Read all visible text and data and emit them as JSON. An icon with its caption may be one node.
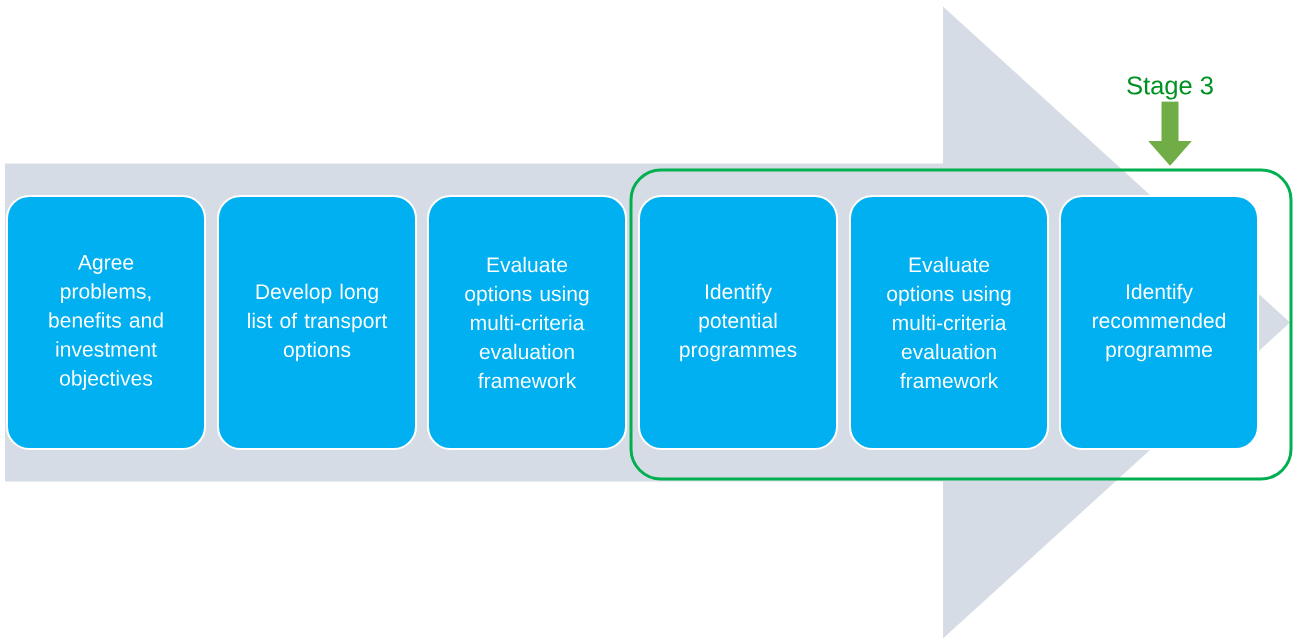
{
  "diagram": {
    "nodes": [
      {
        "text": [
          "Agree problems, benefits and investment objectives"
        ]
      },
      {
        "text": [
          "Develop long list of transport options"
        ]
      },
      {
        "text": [
          "Evaluate options using multi-criteria evaluation framework"
        ]
      },
      {
        "text": [],
        "shape": "box"
      },
      {
        "text": [
          "Identify potential programmes"
        ],
        "in": 3
      },
      {
        "text": [
          "Evaluate options using multi-criteria evaluation framework"
        ],
        "in": 3
      },
      {
        "text": [
          "Identify recommended programme"
        ],
        "in": 3
      },
      {
        "text": [
          "Stage 3"
        ]
      }
    ],
    "edges": [
      {
        "from": 7,
        "to": 3,
        "arrow": "to",
        "color": "#70ad47"
      },
      {
        "from": 0,
        "to": 6,
        "arrow": "to",
        "color": "#d6dce5"
      }
    ]
  }
}
